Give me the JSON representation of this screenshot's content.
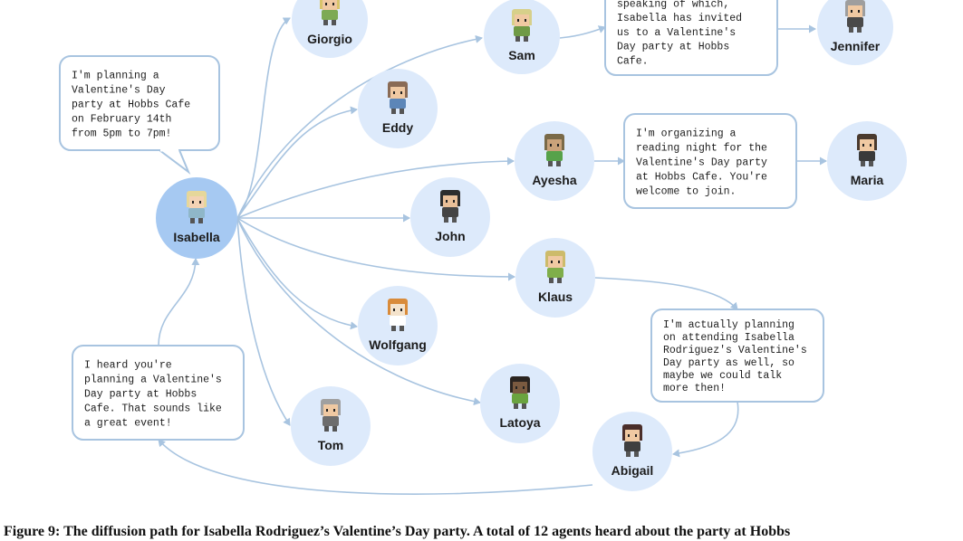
{
  "agents": [
    {
      "key": "isabella",
      "name": "Isabella",
      "primary": true,
      "hair": "#e6d79a",
      "shirt": "#8fb7c9",
      "skin": "#f3d2b4"
    },
    {
      "key": "giorgio",
      "name": "Giorgio",
      "primary": false,
      "hair": "#d9c46a",
      "shirt": "#7daa55",
      "skin": "#f0c9a2"
    },
    {
      "key": "sam",
      "name": "Sam",
      "primary": false,
      "hair": "#d7d08a",
      "shirt": "#6f9a45",
      "skin": "#f0c9a2"
    },
    {
      "key": "jennifer",
      "name": "Jennifer",
      "primary": false,
      "hair": "#9e9e9e",
      "shirt": "#4a4a4a",
      "skin": "#f0c9a2"
    },
    {
      "key": "eddy",
      "name": "Eddy",
      "primary": false,
      "hair": "#8a6b55",
      "shirt": "#5c86b8",
      "skin": "#f0c9a2"
    },
    {
      "key": "ayesha",
      "name": "Ayesha",
      "primary": false,
      "hair": "#7a6a48",
      "shirt": "#57a24a",
      "skin": "#c9a27a"
    },
    {
      "key": "maria",
      "name": "Maria",
      "primary": false,
      "hair": "#4a3a2e",
      "shirt": "#3a3a3a",
      "skin": "#f0c9a2"
    },
    {
      "key": "john",
      "name": "John",
      "primary": false,
      "hair": "#2d2d2d",
      "shirt": "#444444",
      "skin": "#e9bf98"
    },
    {
      "key": "klaus",
      "name": "Klaus",
      "primary": false,
      "hair": "#cdbb6a",
      "shirt": "#7fae4a",
      "skin": "#f0c9a2"
    },
    {
      "key": "wolfgang",
      "name": "Wolfgang",
      "primary": false,
      "hair": "#d98b3a",
      "shirt": "#ffffff",
      "skin": "#f4e3cc"
    },
    {
      "key": "latoya",
      "name": "Latoya",
      "primary": false,
      "hair": "#2a2420",
      "shirt": "#6aa33f",
      "skin": "#7a5a40"
    },
    {
      "key": "tom",
      "name": "Tom",
      "primary": false,
      "hair": "#a0a0a0",
      "shirt": "#6d6d6d",
      "skin": "#f0c9a2"
    },
    {
      "key": "abigail",
      "name": "Abigail",
      "primary": false,
      "hair": "#4a2e2a",
      "shirt": "#3f3f3f",
      "skin": "#f0c9a2"
    }
  ],
  "bubbles": [
    {
      "key": "isabella-plan",
      "lines": [
        "I'm planning a",
        "Valentine's Day",
        "party at Hobbs Cafe",
        "on February 14th",
        "from 5pm to 7pm!"
      ]
    },
    {
      "key": "sam-jennifer",
      "lines": [
        "speaking of which,",
        "Isabella has invited",
        "us to a Valentine's",
        "Day party at Hobbs",
        "Cafe."
      ]
    },
    {
      "key": "ayesha-maria",
      "lines": [
        "I'm organizing a",
        "reading night for the",
        "Valentine's Day party",
        "at Hobbs Cafe. You're",
        "welcome to join."
      ]
    },
    {
      "key": "klaus-abigail",
      "lines": [
        "I'm actually planning",
        "on attending Isabella",
        "Rodriguez's Valentine's",
        "Day party as well, so",
        "maybe we could talk",
        "more then!"
      ]
    },
    {
      "key": "abigail-isabella",
      "lines": [
        "I heard you're",
        "planning a Valentine's",
        "Day party at Hobbs",
        "Cafe. That sounds like",
        "a great event!"
      ]
    }
  ],
  "caption": "Figure 9: The diffusion path for Isabella Rodriguez’s Valentine’s Day party. A total of 12 agents heard about the party at Hobbs"
}
